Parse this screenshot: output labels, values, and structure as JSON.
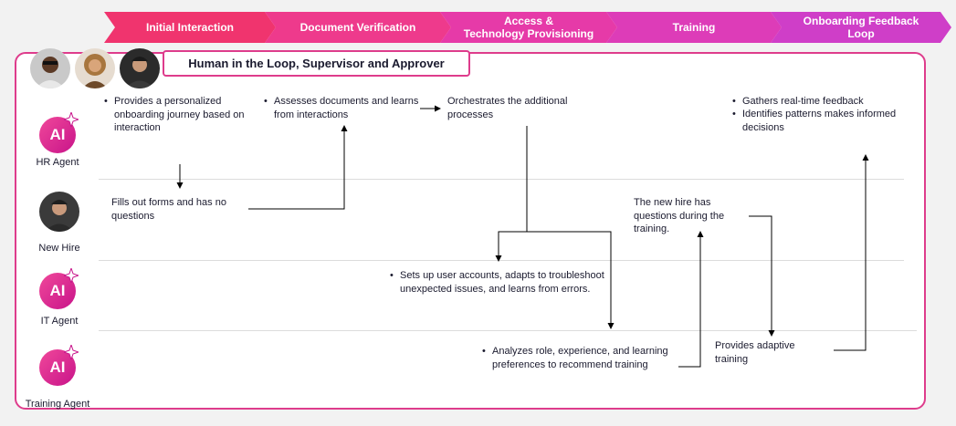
{
  "stages": [
    {
      "label": "Initial Interaction",
      "color": "#f0346e"
    },
    {
      "label": "Document Verification",
      "color": "#ee3a8c"
    },
    {
      "label": "Access &\nTechnology Provisioning",
      "color": "#e63aa8"
    },
    {
      "label": "Training",
      "color": "#dd3cb8"
    },
    {
      "label": "Onboarding Feedback\nLoop",
      "color": "#cf3ec8"
    }
  ],
  "header": {
    "hitl_title": "Human in the Loop, Supervisor and Approver"
  },
  "lanes": {
    "hr_agent": "HR Agent",
    "new_hire": "New Hire",
    "it_agent": "IT Agent",
    "training_agent": "Training Agent",
    "ai_badge": "AI"
  },
  "nodes": {
    "hr_initial": "Provides a personalized onboarding journey based on interaction",
    "hr_verify": "Assesses documents and learns from interactions",
    "hr_orchestrate": "Orchestrates the additional processes",
    "hr_feedback_1": "Gathers real-time feedback",
    "hr_feedback_2": "Identifies patterns makes informed decisions",
    "newhire_forms": "Fills out forms and has no questions",
    "newhire_questions": "The new hire has questions during the training.",
    "it_setup": "Sets up user accounts, adapts to troubleshoot unexpected  issues, and learns from errors.",
    "training_analyze": "Analyzes role, experience, and learning preferences to recommend training",
    "training_adaptive": "Provides adaptive training"
  },
  "colors": {
    "accent": "#de3c8c",
    "ai_start": "#f0489a",
    "ai_end": "#c8148a"
  }
}
